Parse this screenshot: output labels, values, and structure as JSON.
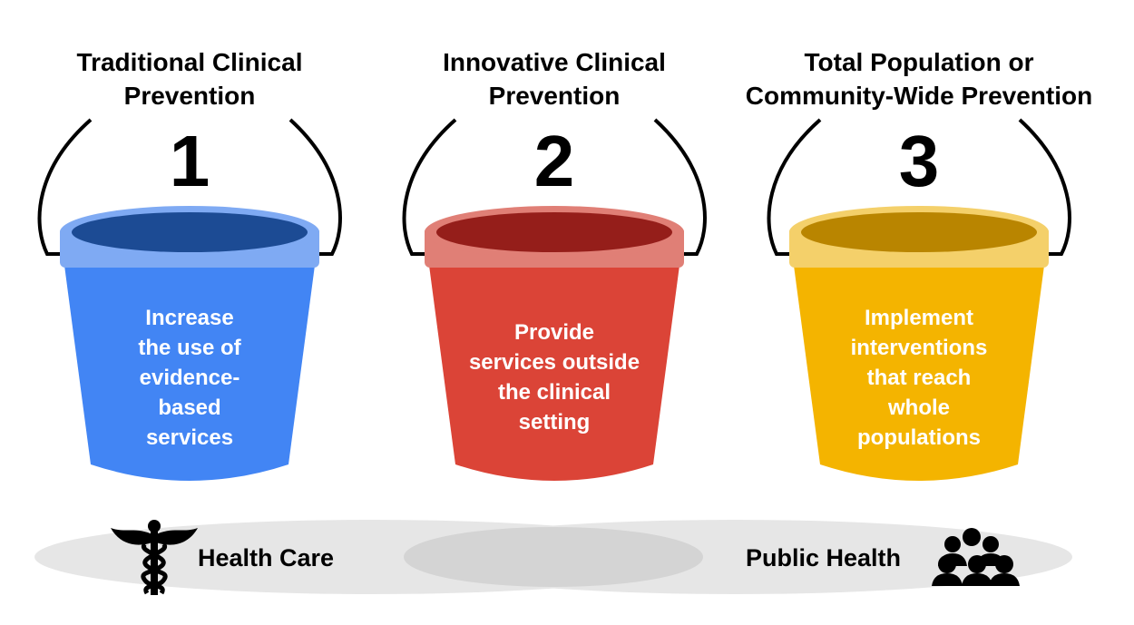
{
  "buckets": [
    {
      "title": "Traditional Clinical\nPrevention",
      "number": "1",
      "description": "Increase\nthe use of\nevidence-\nbased\nservices",
      "colors": {
        "body": "#4285f4",
        "rim": "#7faaf3",
        "opening": "#1c4b94"
      }
    },
    {
      "title": "Innovative Clinical\nPrevention",
      "number": "2",
      "description": "Provide\nservices outside\nthe clinical\nsetting",
      "colors": {
        "body": "#db4437",
        "rim": "#e07f76",
        "opening": "#951e1a"
      }
    },
    {
      "title": "Total Population or\nCommunity-Wide Prevention",
      "number": "3",
      "description": "Implement\ninterventions\nthat reach\nwhole\npopulations",
      "colors": {
        "body": "#f4b400",
        "rim": "#f4d06a",
        "opening": "#b98500"
      }
    }
  ],
  "footer": {
    "left_label": "Health Care",
    "left_icon": "caduceus-icon",
    "right_label": "Public Health",
    "right_icon": "people-group-icon",
    "ellipse_color": "#e6e6e6",
    "overlap_color": "#d4d4d4"
  }
}
